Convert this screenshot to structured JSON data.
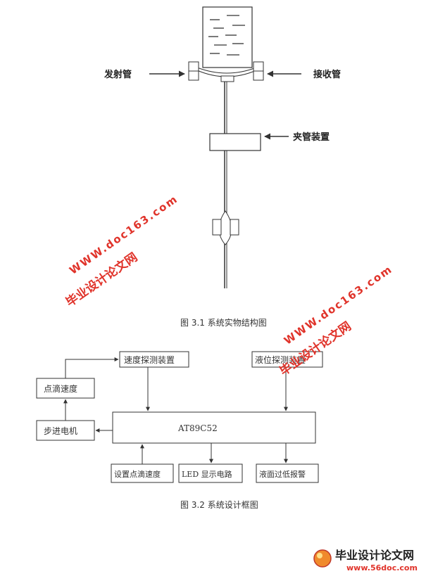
{
  "figure1": {
    "label_emitter": "发射管",
    "label_receiver": "接收管",
    "label_clamp": "夹管装置",
    "caption": "图 3.1 系统实物结构图"
  },
  "figure2": {
    "box_speed_detect": "速度探测装置",
    "box_level_detect": "液位探测装置",
    "box_drip_speed": "点滴速度",
    "box_stepper": "步进电机",
    "box_mcu": "AT89C52",
    "box_set_speed": "设置点滴速度",
    "box_led": "LED 显示电路",
    "box_alarm": "液面过低报警",
    "caption": "图 3.2 系统设计框图"
  },
  "watermarks": {
    "url": "WWW.doc163.com",
    "name": "毕业设计论文网",
    "footer_name": "毕业设计论文网",
    "footer_url": "www.56doc.com"
  },
  "colors": {
    "watermark": "#e0332a",
    "line": "#333333"
  }
}
